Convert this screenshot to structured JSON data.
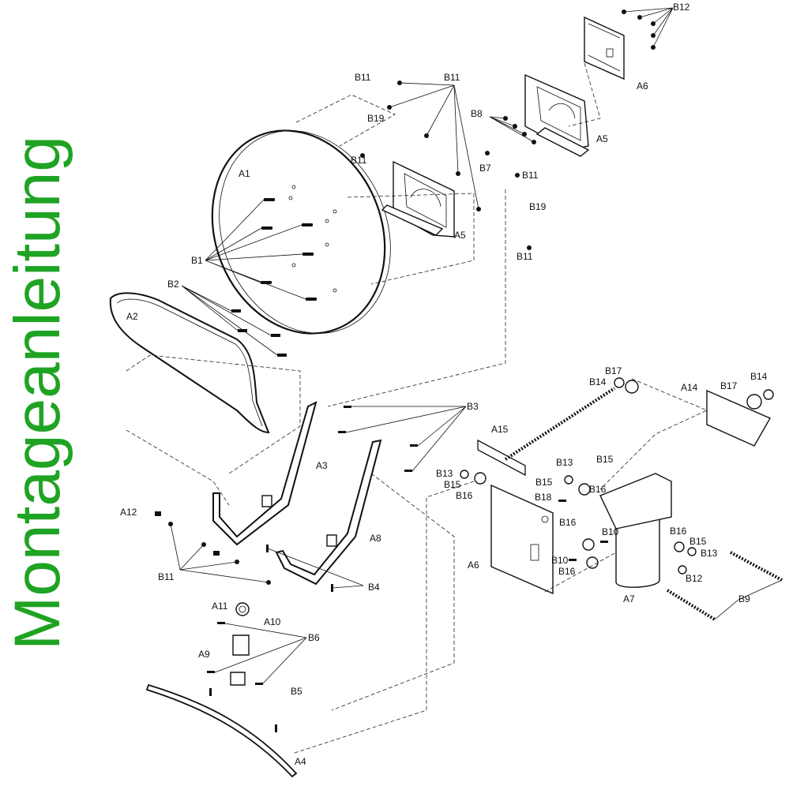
{
  "title": "Montageanleitung",
  "parts": {
    "A1": "A1",
    "A2": "A2",
    "A3": "A3",
    "A4": "A4",
    "A5": "A5",
    "A6": "A6",
    "A7": "A7",
    "A8": "A8",
    "A9": "A9",
    "A10": "A10",
    "A11": "A11",
    "A12": "A12",
    "A14": "A14",
    "A15": "A15"
  },
  "hardware": {
    "B1": "B1",
    "B2": "B2",
    "B3": "B3",
    "B4": "B4",
    "B5": "B5",
    "B6": "B6",
    "B7": "B7",
    "B8": "B8",
    "B9": "B9",
    "B10": "B10",
    "B11": "B11",
    "B12": "B12",
    "B13": "B13",
    "B14": "B14",
    "B15": "B15",
    "B16": "B16",
    "B17": "B17",
    "B18": "B18",
    "B19": "B19"
  },
  "colors": {
    "title": "#1fa323",
    "lines": "#111111"
  }
}
